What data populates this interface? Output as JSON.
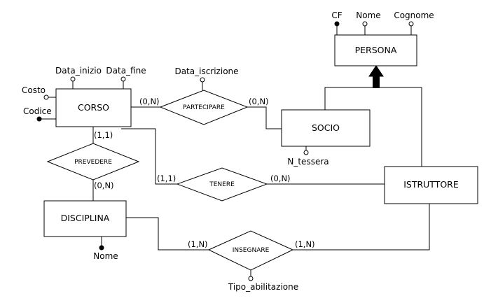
{
  "entities": {
    "persona": "PERSONA",
    "corso": "CORSO",
    "socio": "SOCIO",
    "istruttore": "ISTRUTTORE",
    "disciplina": "DISCIPLINA"
  },
  "relationships": {
    "partecipare": "PARTECIPARE",
    "prevedere": "PREVEDERE",
    "tenere": "TENERE",
    "insegnare": "INSEGNARE"
  },
  "attributes": {
    "cf": "CF",
    "nome_persona": "Nome",
    "cognome": "Cognome",
    "data_inizio": "Data_inizio",
    "data_fine": "Data_fine",
    "costo": "Costo",
    "codice": "Codice",
    "data_iscrizione": "Data_iscrizione",
    "n_tessera": "N_tessera",
    "nome_disciplina": "Nome",
    "tipo_abilitazione": "Tipo_abilitazione"
  },
  "cardinalities": {
    "corso_partecipare": "(0,N)",
    "socio_partecipare": "(0,N)",
    "corso_prevedere": "(1,1)",
    "disciplina_prevedere": "(0,N)",
    "corso_tenere": "(1,1)",
    "istruttore_tenere": "(0,N)",
    "disciplina_insegnare": "(1,N)",
    "istruttore_insegnare": "(1,N)"
  }
}
